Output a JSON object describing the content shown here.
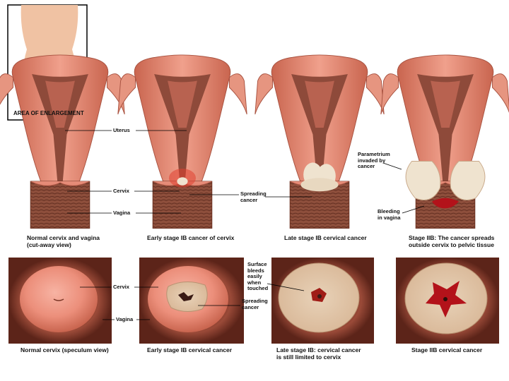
{
  "inset": {
    "caption": "AREA OF ENLARGEMENT"
  },
  "labels": {
    "uterus": "Uterus",
    "cervix_top": "Cervix",
    "vagina_top": "Vagina",
    "spreading_cancer_top": "Spreading cancer",
    "parametrium": "Parametrium invaded by cancer",
    "bleeding": "Bleeding in vagina",
    "surface_bleeds": "Surface bleeds easily when touched",
    "cervix_bottom": "Cervix",
    "vagina_bottom": "Vagina",
    "spreading_cancer_bottom": "Spreading cancer"
  },
  "captions": {
    "top_1": "Normal cervix and vagina (cut-away view)",
    "top_2": "Early stage IB cancer of cervix",
    "top_3": "Late stage IB cervical cancer",
    "top_4": "Stage IIB: The cancer spreads outside cervix to pelvic tissue",
    "bottom_1": "Normal cervix (speculum view)",
    "bottom_2": "Early stage IB cervical cancer",
    "bottom_3": "Late stage IB: cervical cancer is still limited to cervix",
    "bottom_4": "Stage IIB cervical cancer"
  },
  "colors": {
    "tissue": "#e88f7c",
    "tissue_dark": "#b85a4a",
    "cavity": "#8a4a3a",
    "vagina": "#8a4b3a",
    "cancer": "#efe3cf",
    "bleed": "#b3121a"
  }
}
